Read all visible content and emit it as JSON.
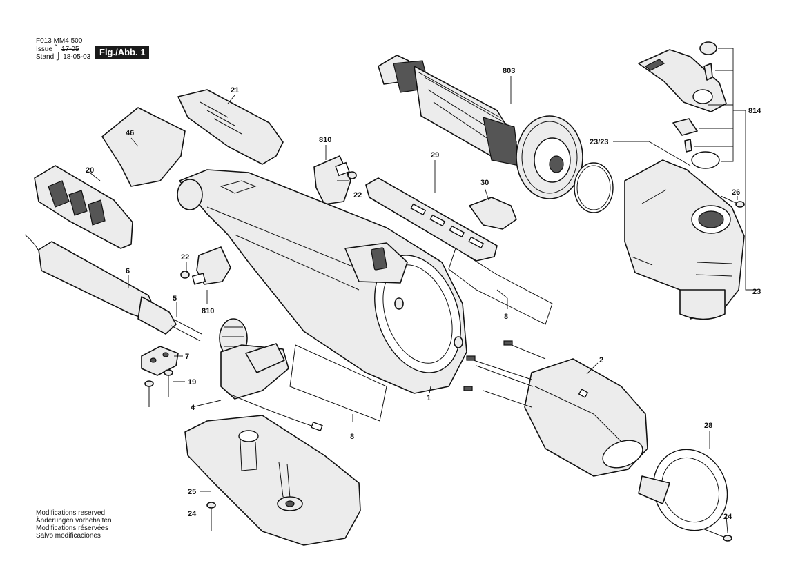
{
  "header": {
    "doc_code": "F013 MM4 500",
    "issue_label": "Issue",
    "issue_value": "17-05",
    "stand_label": "Stand",
    "stand_value": "18-05-03",
    "figure_badge": "Fig./Abb. 1"
  },
  "modifications_notice": [
    "Modifications reserved",
    "Änderungen vorbehalten",
    "Modifications réservées",
    "Salvo modificaciones"
  ],
  "callouts": {
    "c1": "1",
    "c2": "2",
    "c4": "4",
    "c5": "5",
    "c6": "6",
    "c7": "7",
    "c8a": "8",
    "c8b": "8",
    "c19": "19",
    "c20": "20",
    "c21": "21",
    "c22a": "22",
    "c22b": "22",
    "c23": "23",
    "c23_23": "23/23",
    "c24a": "24",
    "c24b": "24",
    "c25": "25",
    "c26": "26",
    "c28": "28",
    "c29": "29",
    "c30": "30",
    "c46": "46",
    "c803": "803",
    "c810a": "810",
    "c810b": "810",
    "c814": "814"
  }
}
